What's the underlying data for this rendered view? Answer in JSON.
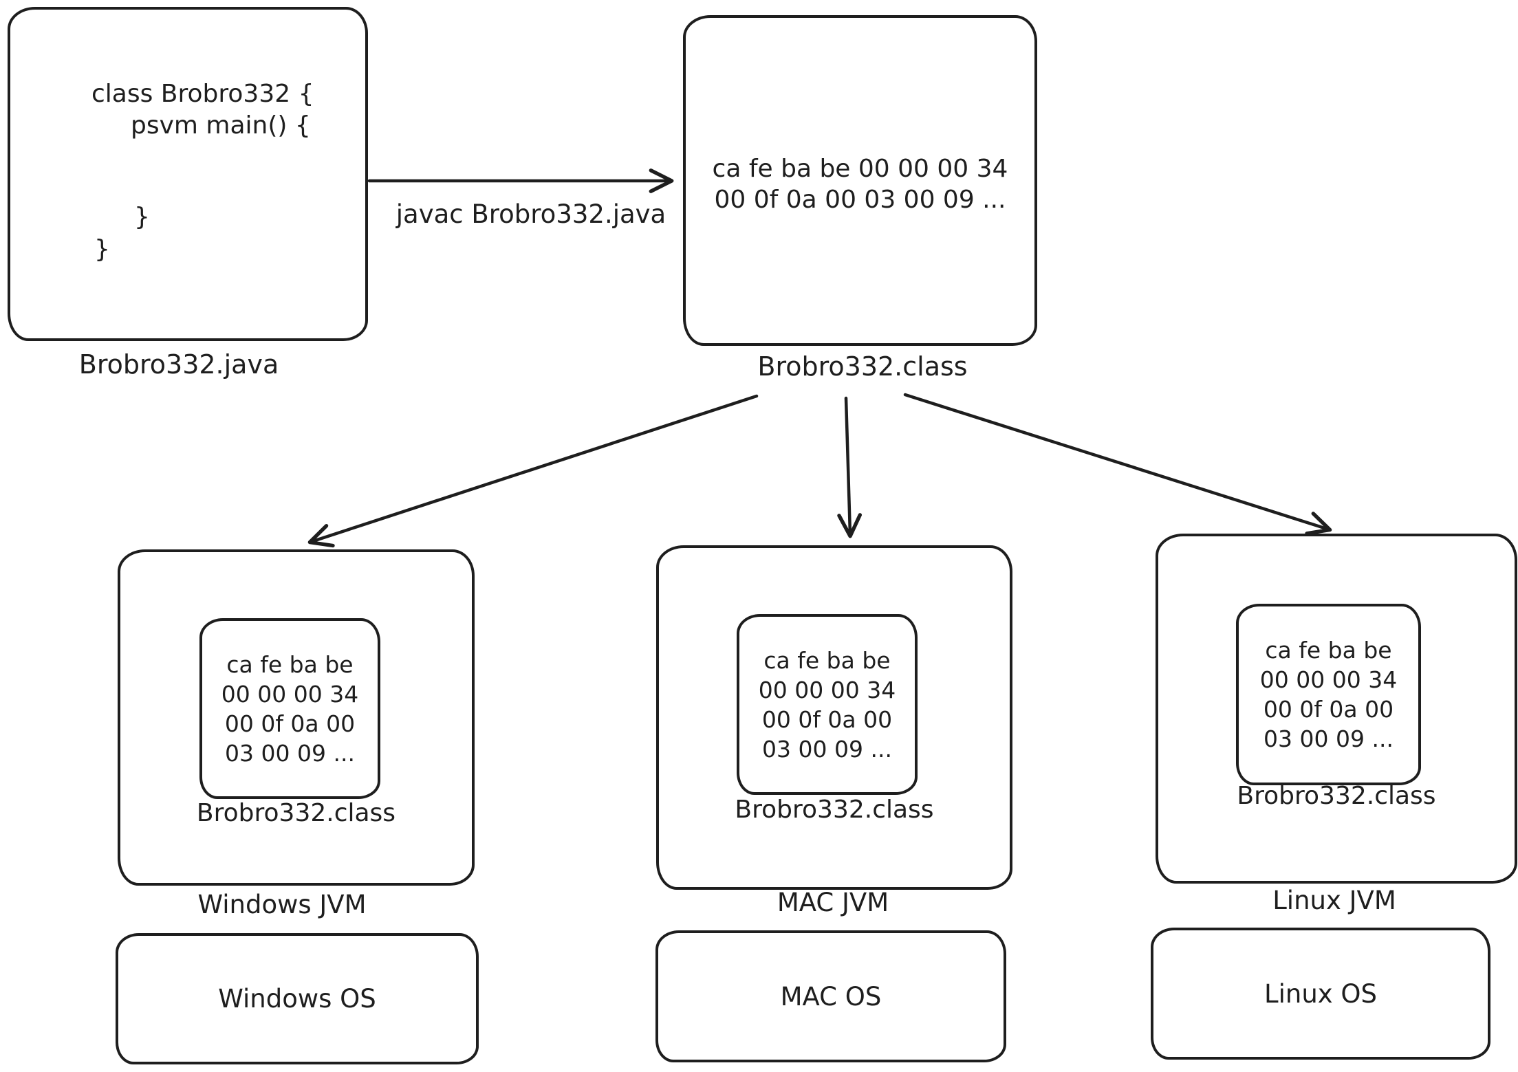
{
  "diagram": {
    "source": {
      "code_line_1": "class Brobro332 {",
      "code_line_2": "psvm main() {",
      "code_line_3": "}",
      "code_line_4": "}",
      "label": "Brobro332.java"
    },
    "compile_arrow_label": "javac Brobro332.java",
    "classfile": {
      "bytecode_line_1": "ca fe ba be 00 00 00 34",
      "bytecode_line_2": "00 0f 0a 00 03 00 09 ...",
      "label": "Brobro332.class"
    },
    "jvms": [
      {
        "jvm_label": "Windows JVM",
        "inner_class_label": "Brobro332.class",
        "bytecode_line_1": "ca fe ba be",
        "bytecode_line_2": "00 00 00 34",
        "bytecode_line_3": "00 0f 0a 00",
        "bytecode_line_4": "03 00 09 ...",
        "os_label": "Windows OS"
      },
      {
        "jvm_label": "MAC JVM",
        "inner_class_label": "Brobro332.class",
        "bytecode_line_1": "ca fe ba be",
        "bytecode_line_2": "00 00 00 34",
        "bytecode_line_3": "00 0f 0a 00",
        "bytecode_line_4": "03 00 09 ...",
        "os_label": "MAC OS"
      },
      {
        "jvm_label": "Linux JVM",
        "inner_class_label": "Brobro332.class",
        "bytecode_line_1": "ca fe ba be",
        "bytecode_line_2": "00 00 00 34",
        "bytecode_line_3": "00 0f 0a 00",
        "bytecode_line_4": "03 00 09 ...",
        "os_label": "Linux OS"
      }
    ],
    "colors": {
      "stroke": "#1e1e1e",
      "background": "#ffffff"
    }
  }
}
